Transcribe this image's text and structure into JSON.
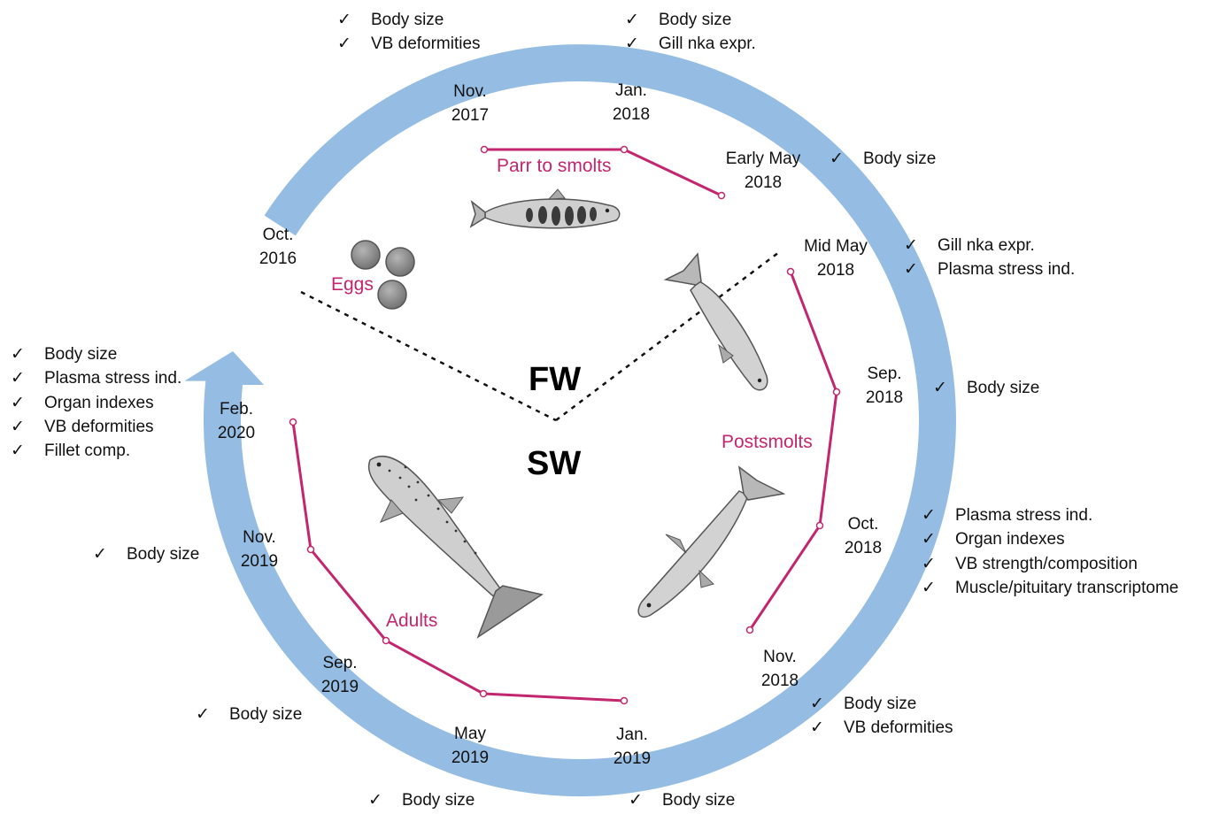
{
  "environments": {
    "freshwater": "FW",
    "seawater": "SW"
  },
  "stages": {
    "eggs": "Eggs",
    "parr": "Parr to smolts",
    "postsmolts": "Postsmolts",
    "adults": "Adults"
  },
  "check_mark": "✓",
  "dates": [
    {
      "id": "oct2016",
      "line1": "Oct.",
      "line2": "2016"
    },
    {
      "id": "nov2017",
      "line1": "Nov.",
      "line2": "2017"
    },
    {
      "id": "jan2018",
      "line1": "Jan.",
      "line2": "2018"
    },
    {
      "id": "earlymay2018",
      "line1": "Early May",
      "line2": "2018"
    },
    {
      "id": "midmay2018",
      "line1": "Mid May",
      "line2": "2018"
    },
    {
      "id": "sep2018",
      "line1": "Sep.",
      "line2": "2018"
    },
    {
      "id": "oct2018",
      "line1": "Oct.",
      "line2": "2018"
    },
    {
      "id": "nov2018",
      "line1": "Nov.",
      "line2": "2018"
    },
    {
      "id": "jan2019",
      "line1": "Jan.",
      "line2": "2019"
    },
    {
      "id": "may2019",
      "line1": "May",
      "line2": "2019"
    },
    {
      "id": "sep2019",
      "line1": "Sep.",
      "line2": "2019"
    },
    {
      "id": "nov2019",
      "line1": "Nov.",
      "line2": "2019"
    },
    {
      "id": "feb2020",
      "line1": "Feb.",
      "line2": "2020"
    }
  ],
  "samplings": [
    {
      "id": "nov2017",
      "items": [
        "Body size",
        "VB deformities"
      ]
    },
    {
      "id": "jan2018",
      "items": [
        "Body size",
        "Gill nka expr."
      ]
    },
    {
      "id": "earlymay2018",
      "items": [
        "Body size"
      ]
    },
    {
      "id": "midmay2018",
      "items": [
        "Gill nka expr.",
        "Plasma stress ind."
      ]
    },
    {
      "id": "sep2018",
      "items": [
        "Body size"
      ]
    },
    {
      "id": "oct2018",
      "items": [
        "Plasma stress ind.",
        "Organ indexes",
        "VB strength/composition",
        "Muscle/pituitary transcriptome"
      ]
    },
    {
      "id": "nov2018",
      "items": [
        "Body size",
        "VB deformities"
      ]
    },
    {
      "id": "jan2019",
      "items": [
        "Body size"
      ]
    },
    {
      "id": "may2019",
      "items": [
        "Body size"
      ]
    },
    {
      "id": "sep2019",
      "items": [
        "Body size"
      ]
    },
    {
      "id": "nov2019",
      "items": [
        "Body size"
      ]
    },
    {
      "id": "feb2020",
      "items": [
        "Body size",
        "Plasma stress ind.",
        "Organ indexes",
        "VB deformities",
        "Fillet comp."
      ]
    }
  ],
  "colors": {
    "cycle_arrow": "#95bde4",
    "stage_line": "#c2266e",
    "fish_body": "#cfcfcf",
    "fish_outline": "#666666",
    "egg": "#8a8a8a"
  }
}
